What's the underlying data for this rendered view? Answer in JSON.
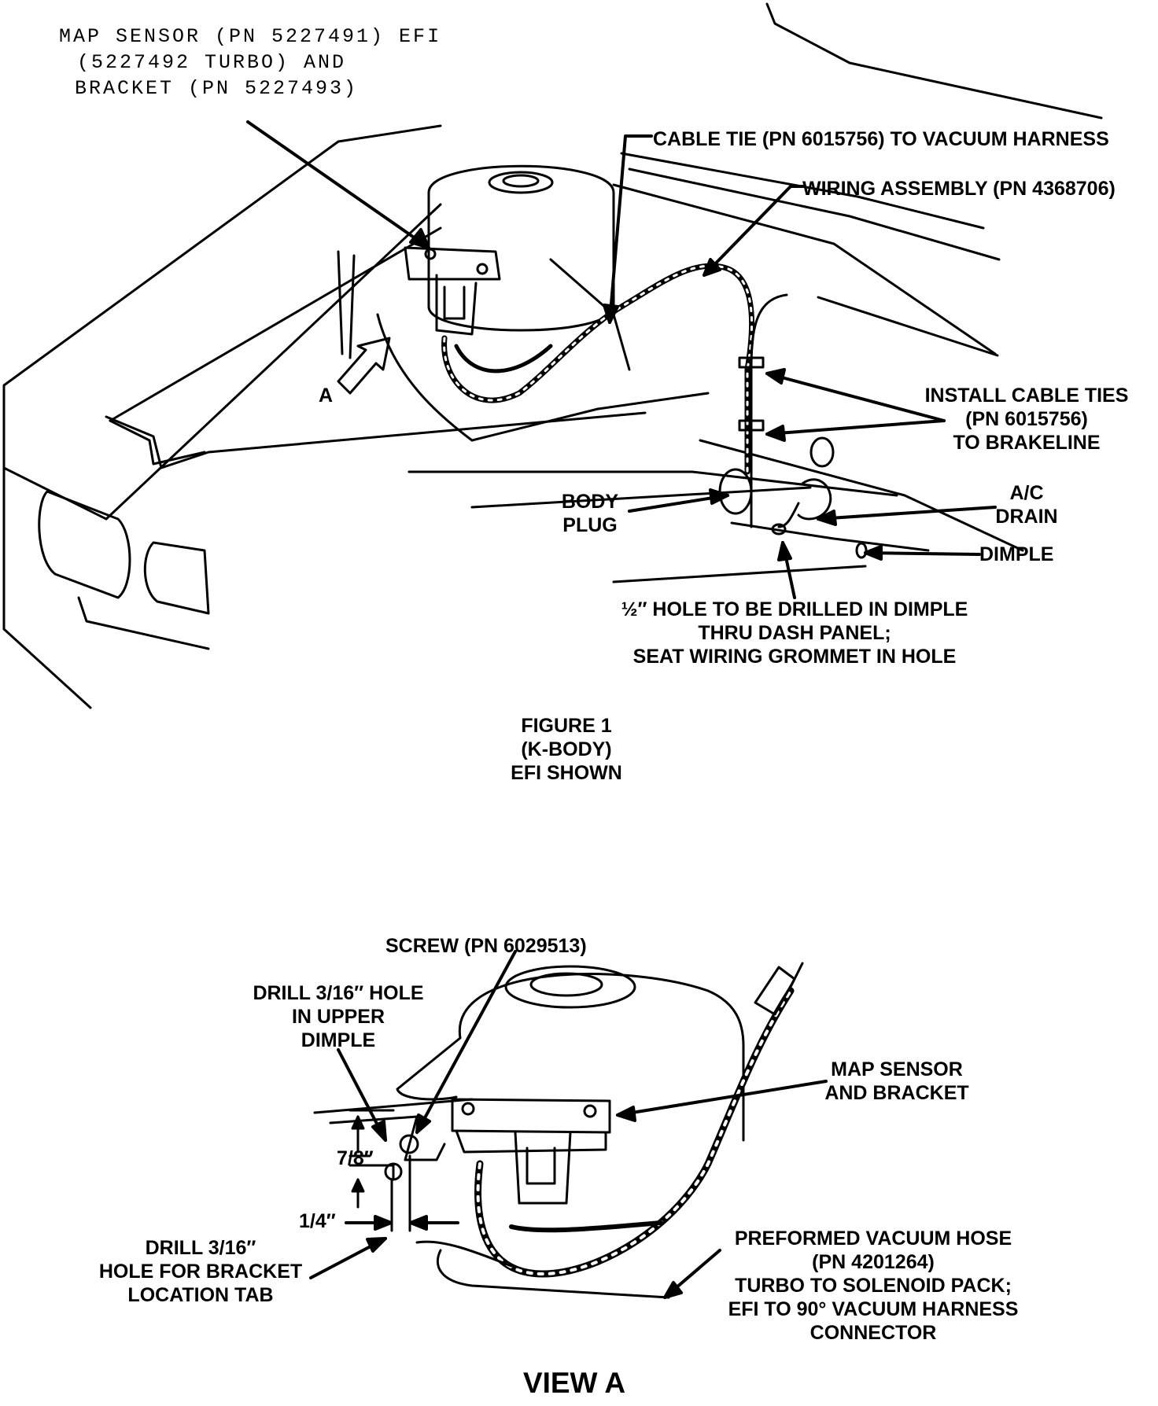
{
  "figure1": {
    "map_sensor_label": [
      "MAP SENSOR (PN 5227491) EFI",
      "(5227492 TURBO) AND",
      "BRACKET (PN 5227493)"
    ],
    "cable_tie_label": "CABLE TIE (PN 6015756) TO VACUUM HARNESS",
    "wiring_label": "WIRING ASSEMBLY (PN 4368706)",
    "install_ties_label": [
      "INSTALL CABLE TIES",
      "(PN 6015756)",
      "TO BRAKELINE"
    ],
    "body_plug_label": [
      "BODY",
      "PLUG"
    ],
    "ac_drain_label": [
      "A/C",
      "DRAIN"
    ],
    "dimple_label": "DIMPLE",
    "hole_label": [
      "½″ HOLE TO BE DRILLED IN DIMPLE",
      "THRU DASH PANEL;",
      "SEAT WIRING GROMMET IN HOLE"
    ],
    "view_arrow_letter": "A",
    "caption": [
      "FIGURE 1",
      "(K-BODY)",
      "EFI SHOWN"
    ]
  },
  "viewA": {
    "screw_label": "SCREW (PN 6029513)",
    "drill_upper_label": [
      "DRILL 3/16″ HOLE",
      "IN UPPER",
      "DIMPLE"
    ],
    "map_bracket_label": [
      "MAP SENSOR",
      "AND BRACKET"
    ],
    "dim_78": "7/8″",
    "dim_14": "1/4″",
    "drill_tab_label": [
      "DRILL 3/16″",
      "HOLE FOR BRACKET",
      "LOCATION TAB"
    ],
    "hose_label": [
      "PREFORMED VACUUM HOSE",
      "(PN 4201264)",
      "TURBO TO SOLENOID PACK;",
      "EFI TO 90° VACUUM HARNESS",
      "CONNECTOR"
    ],
    "caption": "VIEW A"
  }
}
